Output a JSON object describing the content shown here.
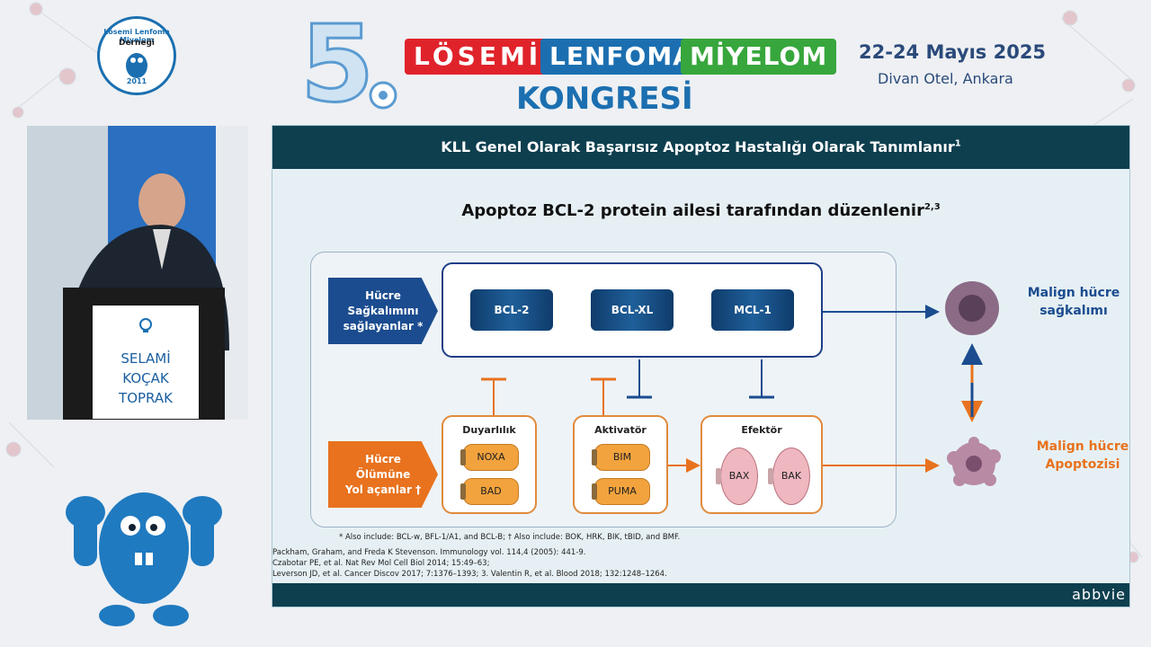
{
  "header": {
    "association_logo": {
      "line1": "Lösemi Lenfoma Miyelom",
      "line2": "Derneği",
      "year": "2011"
    },
    "edition": "5.",
    "tags": [
      "LÖSEMİ",
      "LENFOMA",
      "MİYELOM"
    ],
    "kongresi": "KONGRESİ",
    "dates": "22-24 Mayıs 2025",
    "venue": "Divan Otel, Ankara"
  },
  "speaker": {
    "name_lines": [
      "SELAMİ",
      "KOÇAK",
      "TOPRAK"
    ]
  },
  "slide": {
    "title": "KLL Genel Olarak Başarısız Apoptoz Hastalığı Olarak Tanımlanır",
    "title_sup": "1",
    "subtitle": "Apoptoz BCL-2 protein ailesi tarafından düzenlenir",
    "subtitle_sup": "2,3",
    "survival_label": [
      "Hücre",
      "Sağkalımını",
      "sağlayanlar *"
    ],
    "death_label": [
      "Hücre",
      "Ölümüne",
      "Yol açanlar †"
    ],
    "survival_proteins": [
      "BCL-2",
      "BCL-XL",
      "MCL-1"
    ],
    "groups": [
      {
        "title": "Duyarlılık",
        "members": [
          "NOXA",
          "BAD"
        ]
      },
      {
        "title": "Aktivatör",
        "members": [
          "BIM",
          "PUMA"
        ]
      },
      {
        "title": "Efektör",
        "members": [
          "BAX",
          "BAK"
        ]
      }
    ],
    "outcome_survival": [
      "Malign hücre",
      "sağkalımı"
    ],
    "outcome_apoptosis": [
      "Malign hücre",
      "Apoptozisi"
    ],
    "footnote": "* Also include: BCL-w, BFL-1/A1, and BCL-B; † Also include: BOK, HRK, BIK, tBID, and BMF.",
    "references": [
      "Packham, Graham, and Freda K Stevenson. Immunology vol. 114,4 (2005): 441-9.",
      "Czabotar PE, et al. Nat Rev Mol Cell Biol 2014; 15:49–63;",
      "Leverson JD, et al. Cancer Discov 2017; 7:1376–1393; 3. Valentin R, et al. Blood 2018; 132:1248–1264."
    ],
    "sponsor": "abbvie"
  },
  "colors": {
    "navy": "#1b4c8f",
    "orange": "#e8721e",
    "teal_bar": "#0e3f4f"
  }
}
